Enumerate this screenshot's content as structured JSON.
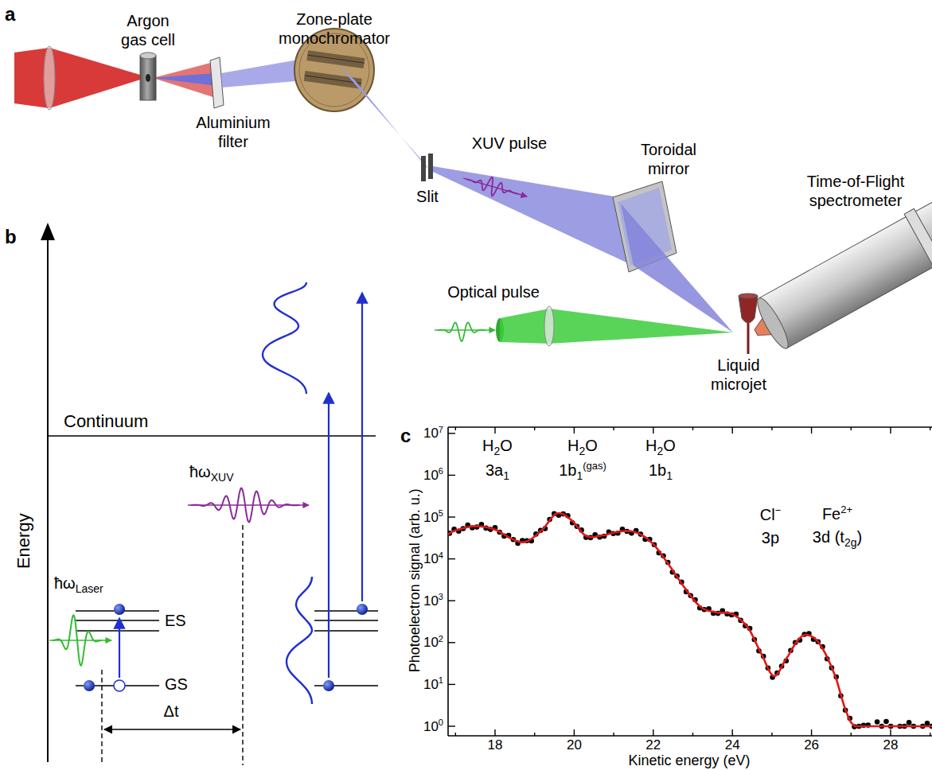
{
  "diagram": {
    "labels": [
      "a",
      "Argon gas cell",
      "Zone-plate monochromator",
      "Aluminium filter",
      "Slit",
      "XUV pulse",
      "Toroidal mirror",
      "Time-of-Flight spectrometer",
      "Optical pulse",
      "Liquid microjet",
      "b",
      "Energy",
      "Continuum",
      "ħω",
      "XUV",
      "ħω",
      "Laser",
      "ES",
      "GS",
      "Δt",
      "c",
      "Photoelectron signal (arb. u.)",
      "Kinetic energy (eV)",
      "10",
      "7",
      "10",
      "6",
      "10",
      "5",
      "10",
      "4",
      "10",
      "3",
      "10",
      "2",
      "10",
      "1",
      "10",
      "0",
      "18",
      "20",
      "22",
      "24",
      "26",
      "28",
      "H",
      "2",
      "O",
      "3a",
      "1",
      "H",
      "2",
      "O",
      "1b",
      "1",
      "(gas)",
      "H",
      "2",
      "O",
      "1b",
      "1",
      "Cl",
      "−",
      "3p",
      "Fe",
      "2+",
      "3d (t",
      "2g",
      ")"
    ]
  }
}
